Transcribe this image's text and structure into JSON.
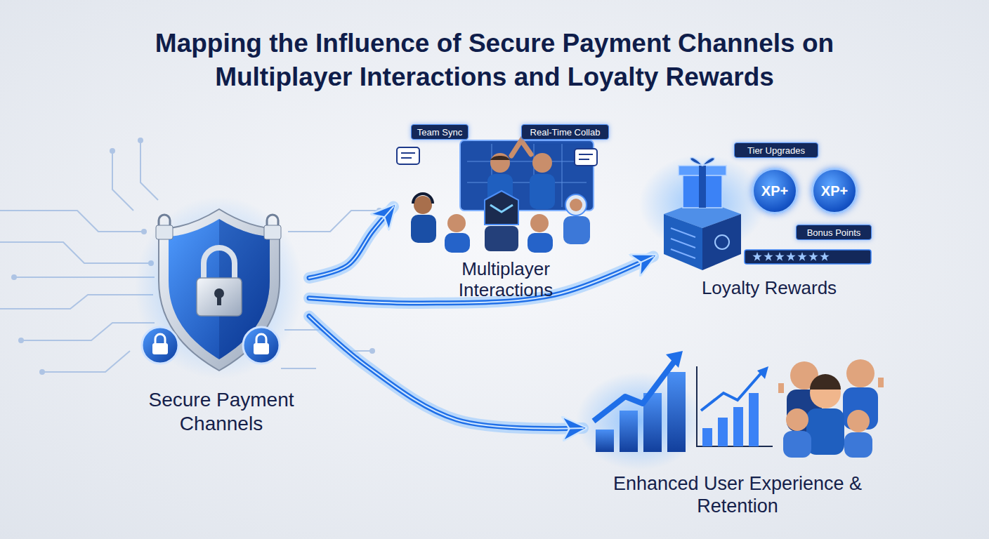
{
  "diagram": {
    "title": "Mapping the Influence of Secure Payment Channels on Multiplayer Interactions and Loyalty Rewards",
    "nodes": [
      {
        "text": [
          "Secure Payment Channels"
        ]
      },
      {
        "text": [
          "Multiplayer Interactions"
        ]
      },
      {
        "text": [
          "Team Sync"
        ],
        "in": 1
      },
      {
        "text": [
          "Real-Time Collab"
        ],
        "in": 1
      },
      {
        "text": [
          "Loyalty Rewards"
        ]
      },
      {
        "text": [
          "Tier Upgrades"
        ],
        "in": 4
      },
      {
        "text": [
          "XP+"
        ],
        "in": 4
      },
      {
        "text": [
          "XP+"
        ],
        "in": 4
      },
      {
        "text": [
          "Bonus Points"
        ],
        "in": 4
      },
      {
        "text": [
          "Enhanced User Experience & Retention"
        ]
      }
    ],
    "edges": [
      {
        "from": 0,
        "to": 1,
        "arrow": "to"
      },
      {
        "from": 0,
        "to": 4,
        "arrow": "to"
      },
      {
        "from": 0,
        "to": 9,
        "arrow": "to"
      }
    ]
  }
}
